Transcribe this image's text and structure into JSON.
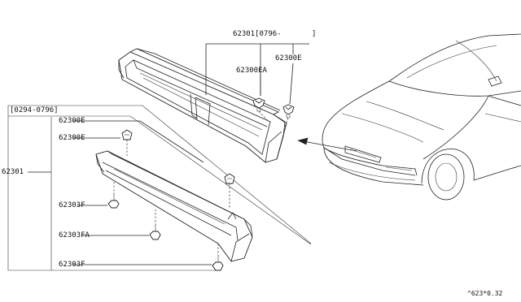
{
  "diagram": {
    "upper_assembly": {
      "part_label": "62301[0796-",
      "bracket_close": "]",
      "clip_a": "62300E",
      "clip_b": "62300EA"
    },
    "lower_assembly": {
      "date_range": "[0294-0796]",
      "main_part": "62301",
      "clip_top_1": "62300E",
      "clip_top_2": "62300E",
      "retainer_1": "62303F",
      "retainer_2": "62303FA",
      "retainer_3": "62303F"
    },
    "diagram_code": "^623*0.32"
  }
}
